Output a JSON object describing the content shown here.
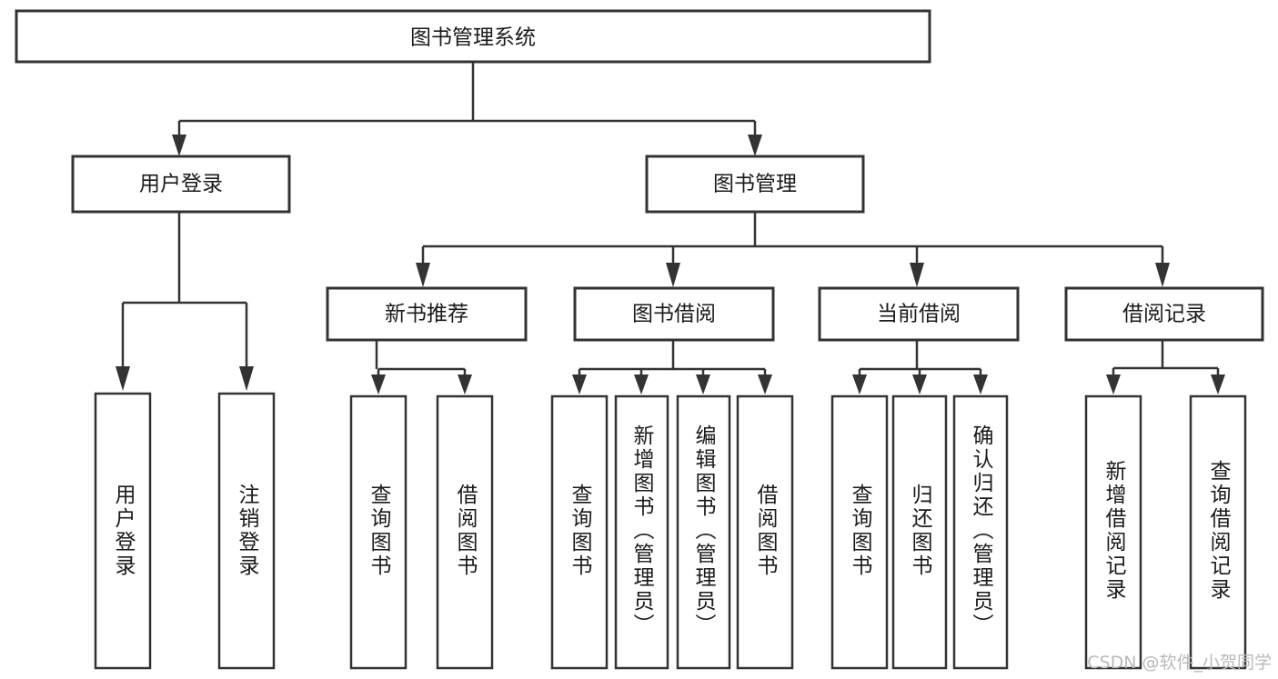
{
  "diagram": {
    "type": "tree-hierarchy-chart",
    "title": "图书管理系统",
    "orientation": "top-down",
    "colors": {
      "background": "#ffffff",
      "box_fill": "#ffffff",
      "box_stroke": "#333333",
      "text": "#1a1a1a",
      "watermark": "#b9b9b9"
    },
    "levels": {
      "root": {
        "label": "图书管理系统"
      },
      "level2": [
        {
          "label": "用户登录"
        },
        {
          "label": "图书管理"
        }
      ],
      "level3": [
        {
          "label": "新书推荐"
        },
        {
          "label": "图书借阅"
        },
        {
          "label": "当前借阅"
        },
        {
          "label": "借阅记录"
        }
      ],
      "leaves": {
        "用户登录": [
          {
            "label": "用户登录"
          },
          {
            "label": "注销登录"
          }
        ],
        "新书推荐": [
          {
            "label": "查询图书"
          },
          {
            "label": "借阅图书"
          }
        ],
        "图书借阅": [
          {
            "label": "查询图书"
          },
          {
            "label": "新增图书（管理员）"
          },
          {
            "label": "编辑图书（管理员）"
          },
          {
            "label": "借阅图书"
          }
        ],
        "当前借阅": [
          {
            "label": "查询图书"
          },
          {
            "label": "归还图书"
          },
          {
            "label": "确认归还（管理员）"
          }
        ],
        "借阅记录": [
          {
            "label": "新增借阅记录"
          },
          {
            "label": "查询借阅记录"
          }
        ]
      }
    }
  },
  "nodes": {
    "root": "图书管理系统",
    "l2_user_login": "用户登录",
    "l2_book_manage": "图书管理",
    "l3_new_book_rec": "新书推荐",
    "l3_book_borrow": "图书借阅",
    "l3_current_borrow": "当前借阅",
    "l3_borrow_record": "借阅记录",
    "leaf_user_login": "用户登录",
    "leaf_user_logout": "注销登录",
    "leaf_rec_query_book": "查询图书",
    "leaf_rec_borrow_book": "借阅图书",
    "leaf_borrow_query_book": "查询图书",
    "leaf_borrow_add_book": "新增图书（管理员）",
    "leaf_borrow_edit_book": "编辑图书（管理员）",
    "leaf_borrow_borrow_book": "借阅图书",
    "leaf_current_query_book": "查询图书",
    "leaf_current_return_book": "归还图书",
    "leaf_current_confirm_return": "确认归还（管理员）",
    "leaf_record_add": "新增借阅记录",
    "leaf_record_query": "查询借阅记录"
  },
  "watermark": {
    "text": "CSDN @软件_小贺同学"
  }
}
